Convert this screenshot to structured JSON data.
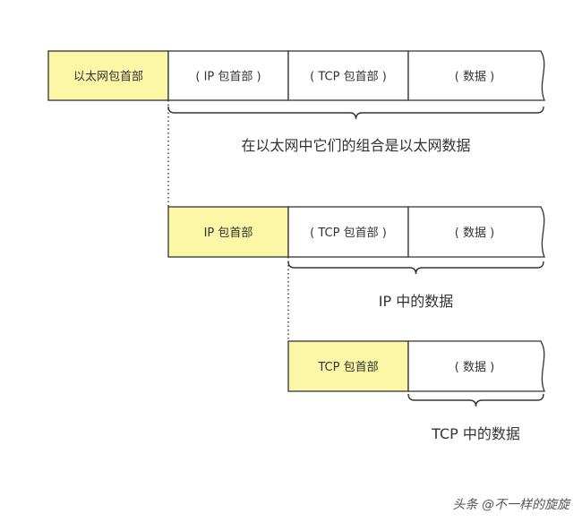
{
  "colors": {
    "header_fill": "#fbf7a6",
    "cell_fill": "#ffffff",
    "stroke": "#333333",
    "text": "#333333"
  },
  "layers": [
    {
      "cells": [
        {
          "label": "以太网包首部",
          "highlight": true
        },
        {
          "label": "( IP 包首部 )",
          "highlight": false
        },
        {
          "label": "( TCP 包首部 )",
          "highlight": false
        },
        {
          "label": "( 数据 )",
          "highlight": false
        }
      ],
      "brace_label": "在以太网中它们的组合是以太网数据"
    },
    {
      "cells": [
        {
          "label": "IP 包首部",
          "highlight": true
        },
        {
          "label": "( TCP 包首部 )",
          "highlight": false
        },
        {
          "label": "( 数据 )",
          "highlight": false
        }
      ],
      "brace_label": "IP 中的数据"
    },
    {
      "cells": [
        {
          "label": "TCP 包首部",
          "highlight": true
        },
        {
          "label": "( 数据 )",
          "highlight": false
        }
      ],
      "brace_label": "TCP 中的数据"
    }
  ],
  "watermark": "头条 @不一样的旋旋"
}
